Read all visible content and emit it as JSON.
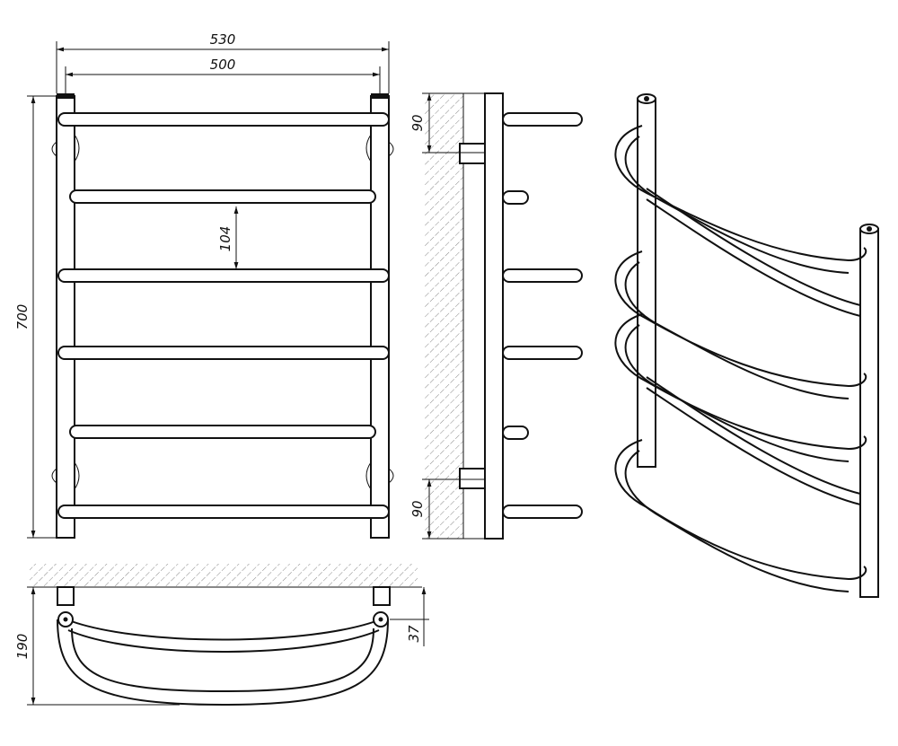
{
  "dimensions": {
    "overall_width": "530",
    "center_width": "500",
    "rung_spacing": "104",
    "height": "700",
    "side_top_offset": "90",
    "side_bottom_offset": "90",
    "depth": "190",
    "mount_offset": "37"
  }
}
